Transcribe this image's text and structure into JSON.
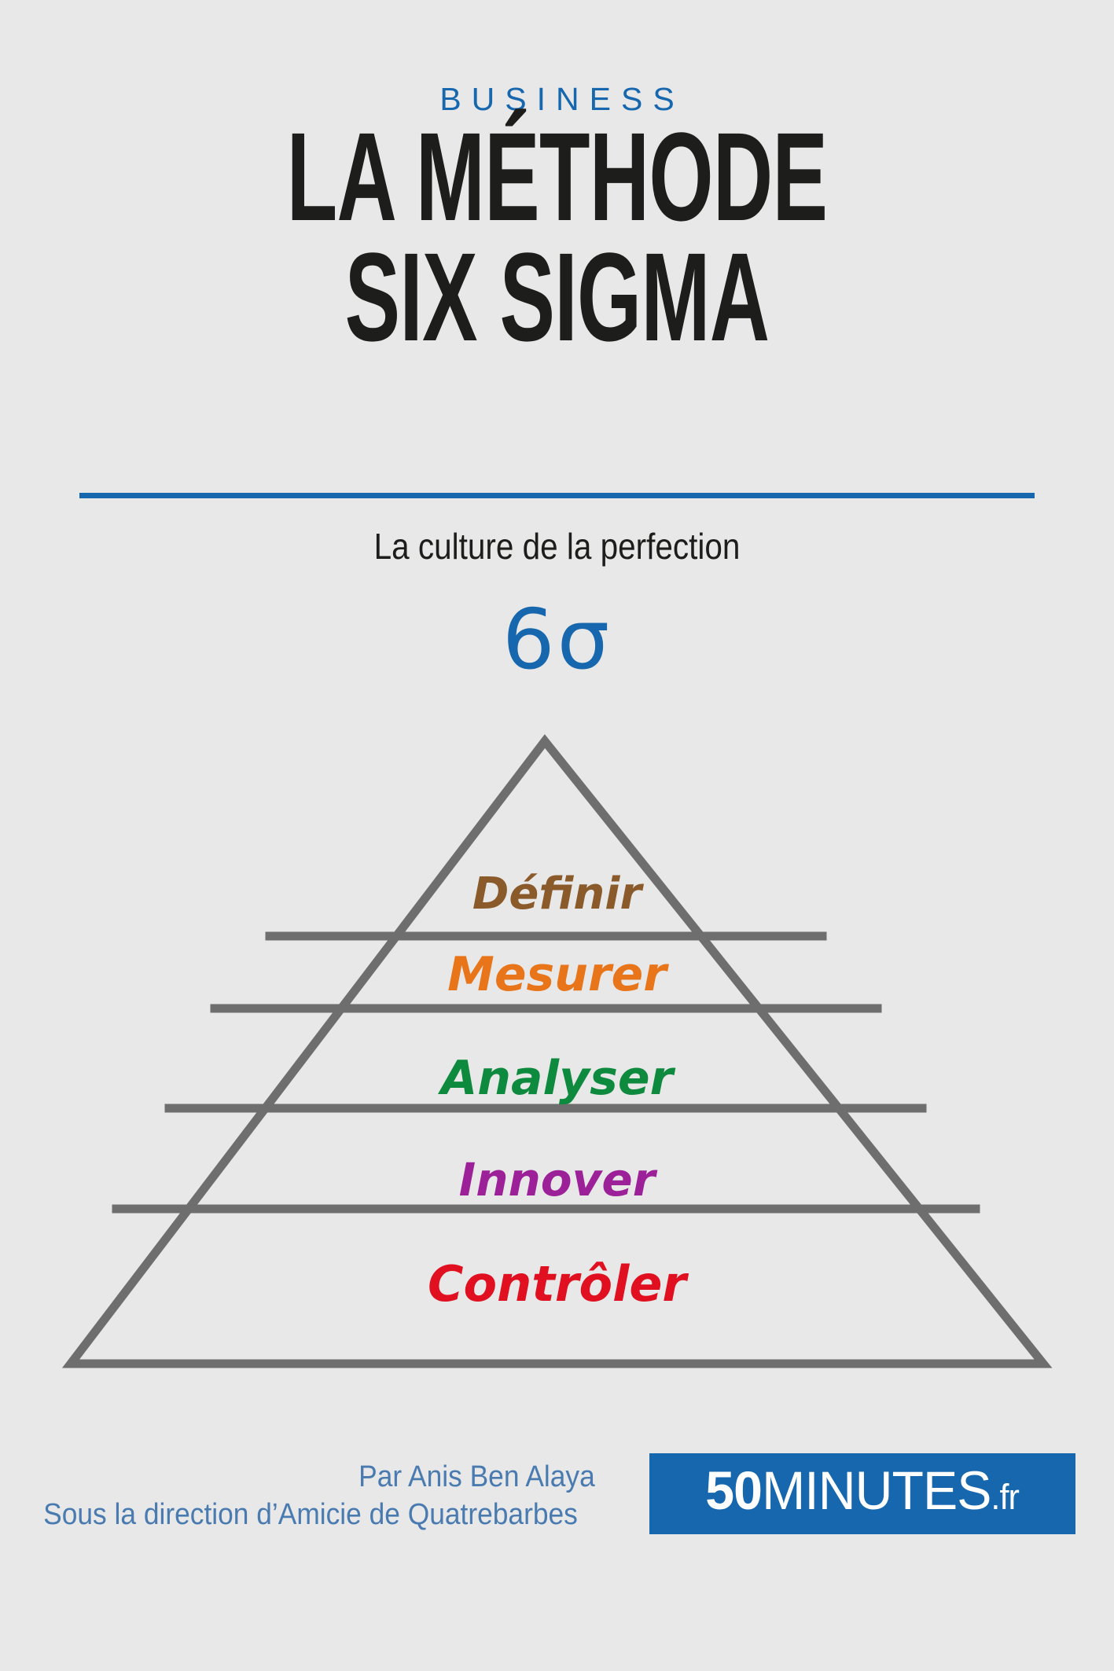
{
  "cover": {
    "background_color": "#e8e8e8",
    "accent_color": "#1767AF",
    "kicker": "BUSINESS",
    "title_lines": [
      "LA MÉTHODE",
      "SIX SIGMA"
    ],
    "subtitle": "La culture de la perfection",
    "sigma_mark": "6σ"
  },
  "pyramid": {
    "outline_color": "#6e6e6e",
    "steps": [
      {
        "label": "Définir",
        "color": "#8B5A2B"
      },
      {
        "label": "Mesurer",
        "color": "#E8751A"
      },
      {
        "label": "Analyser",
        "color": "#0E8A3E"
      },
      {
        "label": "Innover",
        "color": "#9C2199"
      },
      {
        "label": "Contrôler",
        "color": "#E01020"
      }
    ]
  },
  "footer": {
    "author_line": "Par Anis Ben Alaya",
    "editor_line": "Sous la direction d’Amicie de Quatrebarbes",
    "author_color": "#4A7BB0",
    "publisher": {
      "number": "50",
      "name": "MINUTES",
      "tld": ".fr",
      "background_color": "#1767AF",
      "text_color": "#ffffff"
    }
  }
}
